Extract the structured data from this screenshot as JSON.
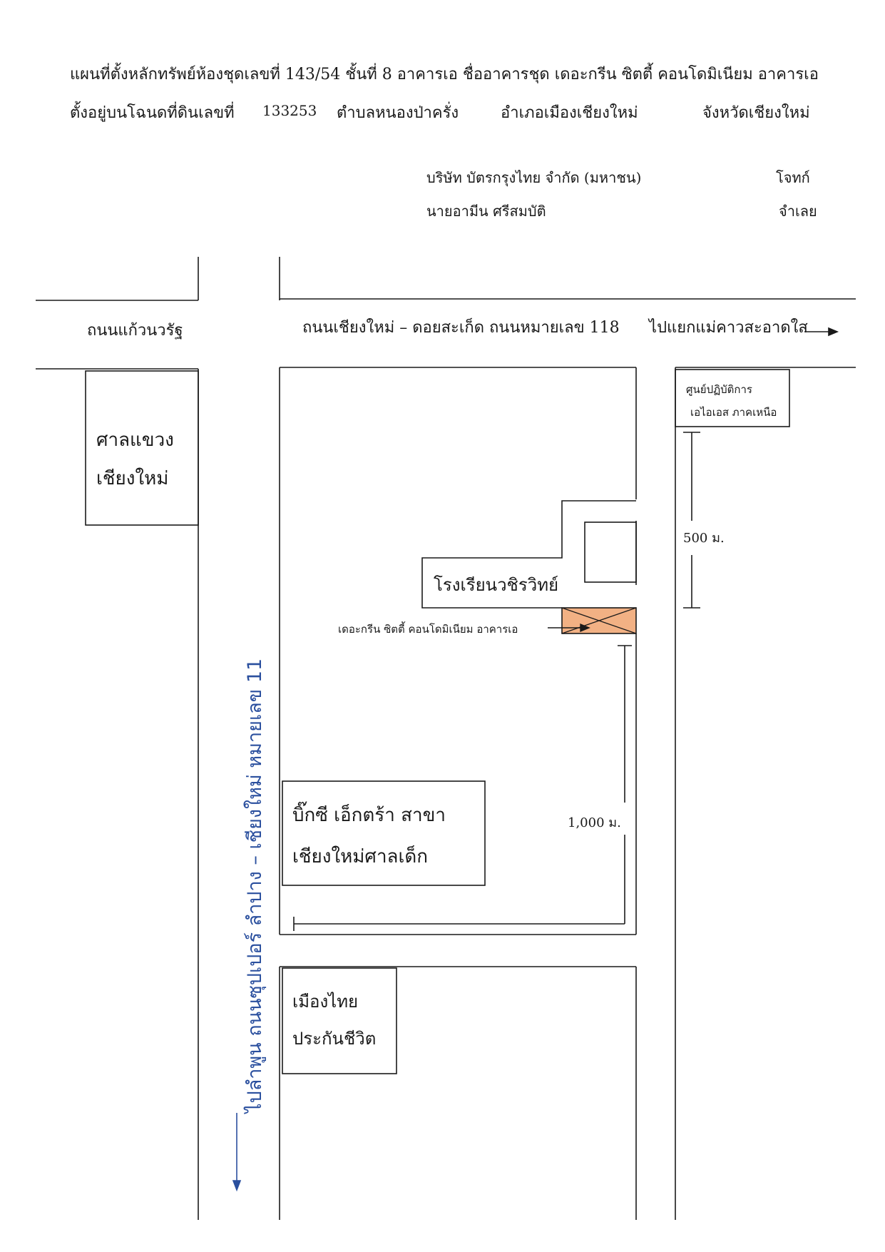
{
  "header": {
    "line1": "แผนที่ตั้งหลักทรัพย์ห้องชุดเลขที่ 143/54 ชั้นที่ 8 อาคารเอ ชื่ออาคารชุด เดอะกรีน ซิตตี้ คอนโดมิเนียม อาคารเอ",
    "line2_prefix": "ตั้งอยู่บนโฉนดที่ดินเลขที่",
    "deed_no": "133253",
    "subdistrict": "ตำบลหนองป่าครั่ง",
    "district": "อำเภอเมืองเชียงใหม่",
    "province": "จังหวัดเชียงใหม่"
  },
  "parties": {
    "plaintiff_name": "บริษัท บัตรกรุงไทย จำกัด (มหาชน)",
    "plaintiff_role": "โจทก์",
    "defendant_name": "นายอามีน ศรีสมบัติ",
    "defendant_role": "จำเลย"
  },
  "map": {
    "road_left": "ถนนแก้วนวรัฐ",
    "road_main": "ถนนเชียงใหม่ – ดอยสะเก็ด ถนนหมายเลข 118",
    "road_main_direction": "ไปแยกแม่คาวสะอาดใส",
    "court": [
      "ศาลแขวง",
      "เชียงใหม่"
    ],
    "ais": [
      "ศูนย์ปฏิบัติการ",
      "เอไอเอส ภาคเหนือ"
    ],
    "school": "โรงเรียนวชิรวิทย์",
    "condo_label": "เดอะกรีน ซิตตี้ คอนโดมิเนียม อาคารเอ",
    "bigc": [
      "บิ๊กซี เอ็กตร้า สาขา",
      "เชียงใหม่ศาลเด็ก"
    ],
    "muang_thai": [
      "เมืองไทย",
      "ประกันชีวิต"
    ],
    "dist_500": "500 ม.",
    "dist_1000": "1,000 ม.",
    "handwritten_road": "ไปลำพูน ถนนซุปเปอร์ ลำปาง – เชียงใหม่ หมายเลข 11"
  },
  "colors": {
    "ink": "#1a1a1a",
    "condo_fill": "#f2b184",
    "handwriting": "#2a4f9e"
  }
}
